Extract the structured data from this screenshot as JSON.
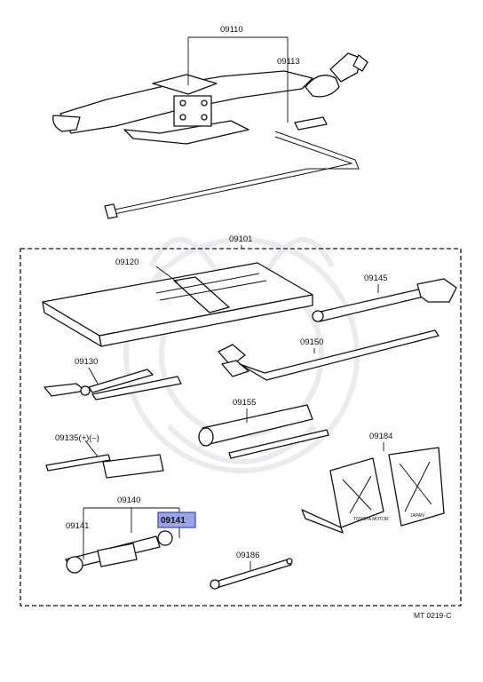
{
  "labels": {
    "jack": "09110",
    "jack_handle": "09113",
    "tool_kit": "09101",
    "tool_bag": "09120",
    "wrench": "09145",
    "lug_wrench": "09150",
    "pliers": "09130",
    "plug_wrench": "09155",
    "screwdriver": "09135(+)(–)",
    "wheel_chock": "09184",
    "wrench_set": "09140",
    "spanner_left": "09141",
    "spanner_highlighted": "09141",
    "handle_bar": "09186"
  },
  "figure_code": "MT 0219-C",
  "highlight_color": "#9aa6e8",
  "chock_stamp": "TOYOTA MOTOR",
  "chock_stamp_2": "JAPAN"
}
